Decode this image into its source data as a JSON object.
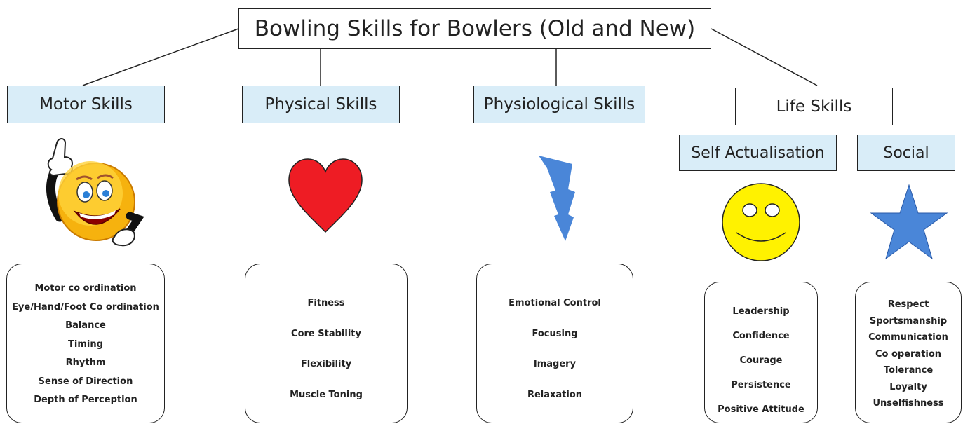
{
  "title": "Bowling Skills for Bowlers (Old and New)",
  "categories": {
    "motor": "Motor Skills",
    "physical": "Physical Skills",
    "physiological": "Physiological Skills",
    "life": "Life Skills"
  },
  "subcategories": {
    "self_actualisation": "Self Actualisation",
    "social": "Social"
  },
  "lists": {
    "motor": [
      "Motor co ordination",
      "Eye/Hand/Foot Co ordination",
      "Balance",
      "Timing",
      "Rhythm",
      "Sense of Direction",
      "Depth of Perception"
    ],
    "physical": [
      "Fitness",
      "Core Stability",
      "Flexibility",
      "Muscle Toning"
    ],
    "physiological": [
      "Emotional Control",
      "Focusing",
      "Imagery",
      "Relaxation"
    ],
    "self_actualisation": [
      "Leadership",
      "Confidence",
      "Courage",
      "Persistence",
      "Positive Attitude"
    ],
    "social": [
      "Respect",
      "Sportsmanship",
      "Communication",
      "Co operation",
      "Tolerance",
      "Loyalty",
      "Unselfishness"
    ]
  },
  "icons": {
    "motor": "thumbs-up-smiley-icon",
    "physical": "heart-icon",
    "physiological": "lightning-bolt-icon",
    "self_actualisation": "smiley-face-icon",
    "social": "star-icon"
  },
  "colors": {
    "category_fill": "#d9edf8",
    "heart": "#ee1c24",
    "lightning": "#4a86d8",
    "smiley": "#fff200",
    "star": "#4a86d8"
  }
}
